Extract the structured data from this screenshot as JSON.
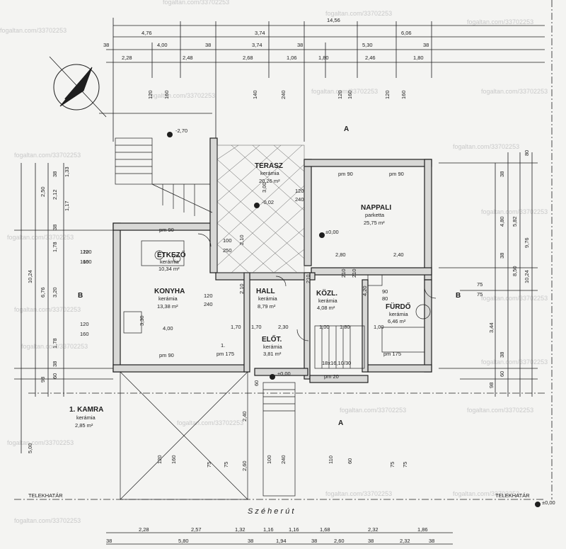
{
  "dims_top": {
    "total": "14,56",
    "row2": [
      "4,76",
      "3,74",
      "6,06"
    ],
    "row3": [
      "38",
      "4,00",
      "38",
      "3,74",
      "38",
      "5,30",
      "38"
    ],
    "row4": [
      "2,28",
      "2,48",
      "2,68",
      "1,06",
      "1,80",
      "2,46",
      "1,80"
    ]
  },
  "dims_top_vertical": [
    "120",
    "160",
    "140",
    "240",
    "120",
    "160",
    "120",
    "160"
  ],
  "dims_left": {
    "total": "10,24",
    "group": [
      "2,50",
      "6,76",
      "98"
    ],
    "parts": [
      "38",
      "2,12",
      "38",
      "1,78",
      "3,20",
      "1,78",
      "38",
      "60"
    ],
    "fine": [
      "1,33",
      "1,17",
      "120",
      "160",
      "120",
      "160"
    ]
  },
  "dims_right": {
    "total": "10,24",
    "outer": [
      "80",
      "5,82",
      "8,50",
      "9,76"
    ],
    "parts": [
      "38",
      "4,80",
      "38",
      "75",
      "75",
      "3,44",
      "38",
      "60",
      "98"
    ]
  },
  "dims_bottom": {
    "row1": [
      "2,28",
      "2,57",
      "1,32",
      "1,16",
      "1,16",
      "1,68",
      "2,32",
      "1,86"
    ],
    "row2": [
      "38",
      "5,80",
      "38",
      "1,94",
      "38",
      "2,60",
      "38",
      "2,32",
      "38"
    ]
  },
  "rooms": {
    "terasz": {
      "name": "TERASZ",
      "mat": "kerámia",
      "area": "20,26 m²"
    },
    "nappali": {
      "name": "NAPPALI",
      "mat": "parketta",
      "area": "25,75 m²"
    },
    "etkezo": {
      "name": "ÉTKEZŐ",
      "mat": "kerámia",
      "area": "10,34 m²"
    },
    "konyha": {
      "name": "KONYHA",
      "mat": "kerámia",
      "area": "13,38 m²"
    },
    "hall": {
      "name": "HALL",
      "mat": "kerámia",
      "area": "8,79 m²"
    },
    "kozl": {
      "name": "KÖZL.",
      "mat": "kerámia",
      "area": "4,08 m²"
    },
    "furdo": {
      "name": "FÜRDŐ",
      "mat": "kerámia",
      "area": "6,46 m²"
    },
    "elot": {
      "name": "ELŐT.",
      "mat": "kerámia",
      "area": "3,81 m²"
    },
    "kamra": {
      "name": "1. KAMRA",
      "mat": "kerámia",
      "area": "2,85 m²"
    },
    "kamra_tag": "1."
  },
  "labels": {
    "pm90": "pm 90",
    "pm175": "pm 175",
    "pm20": "pm 20",
    "level_terasz": "-0,02",
    "level_nappali": "±0,00",
    "level_elot": "±0,00",
    "level_corner": "±0,00",
    "level_top": "-2,70",
    "stair": "18x16,10/30",
    "section": "A",
    "section_b": "B",
    "telekhatar": "TELEKHATÁR",
    "street": "S z é h e r   ú t",
    "inner": [
      "120",
      "240",
      "120",
      "240",
      "120",
      "160",
      "3,30",
      "4,00",
      "2,10",
      "2,10",
      "2,80",
      "2,40",
      "1,80",
      "2,30",
      "1,70",
      "1,70",
      "1,00",
      "1,00",
      "3,00",
      "100",
      "250",
      "210",
      "210",
      "4,20",
      "210",
      "90",
      "80",
      "60",
      "5,00",
      "2,40",
      "2,60",
      "120",
      "160",
      "75",
      "75",
      "110",
      "60",
      "75",
      "75",
      "240",
      "100"
    ]
  },
  "watermark": "fogaltan.com/33702253",
  "colors": {
    "line": "#1e1e1e",
    "wall": "#d8d8d6",
    "paper": "#f4f4f2"
  }
}
